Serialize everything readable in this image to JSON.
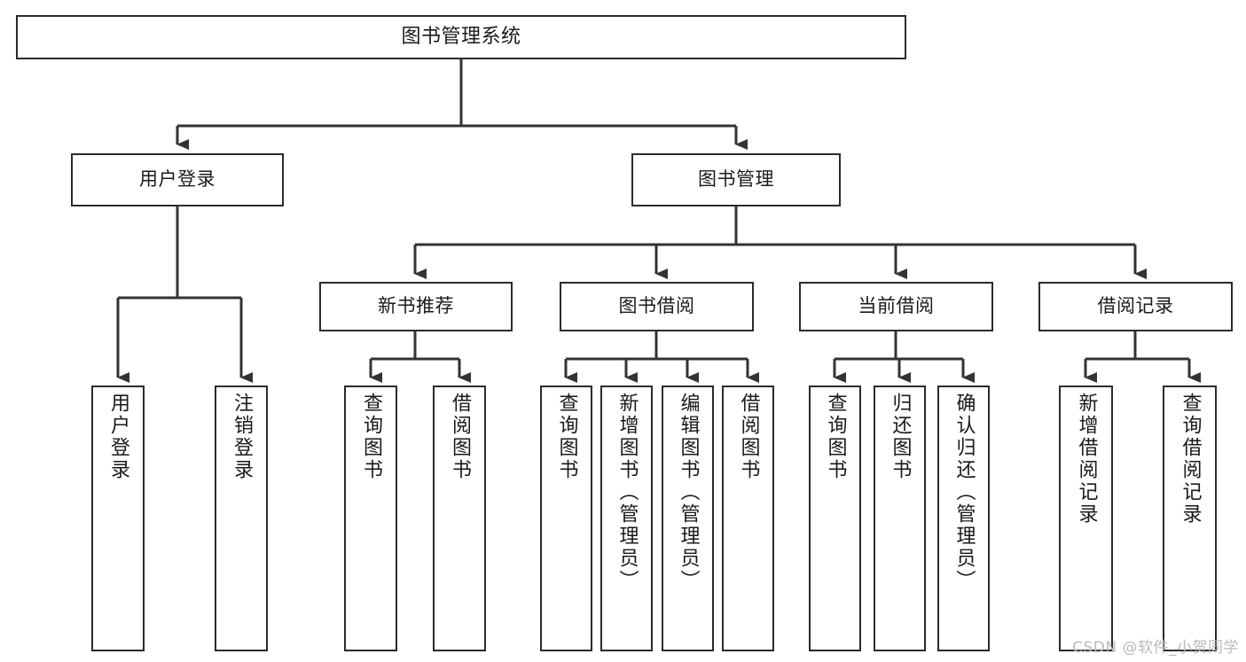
{
  "diagram": {
    "title": "图书管理系统",
    "type": "tree",
    "orientation": "top-down",
    "colors": {
      "background": "#ffffff",
      "node_border": "#2b2b2b",
      "node_fill": "#ffffff",
      "edge": "#333333",
      "text": "#1a1a1a",
      "watermark": "#b9b9b9"
    }
  },
  "nodes": {
    "root": {
      "label": "图书管理系统"
    },
    "level2": [
      {
        "id": "user-login",
        "label": "用户登录"
      },
      {
        "id": "book-manage",
        "label": "图书管理"
      }
    ],
    "level3": [
      {
        "id": "new-book-recommend",
        "label": "新书推荐"
      },
      {
        "id": "book-borrow",
        "label": "图书借阅"
      },
      {
        "id": "current-borrow",
        "label": "当前借阅"
      },
      {
        "id": "borrow-record",
        "label": "借阅记录"
      }
    ],
    "leaves": {
      "user_login": [
        {
          "id": "leaf-user-login",
          "label": "用户登录"
        },
        {
          "id": "leaf-user-logout",
          "label": "注销登录"
        }
      ],
      "new_book_recommend": [
        {
          "id": "leaf-query-book-1",
          "label": "查询图书"
        },
        {
          "id": "leaf-borrow-book-1",
          "label": "借阅图书"
        }
      ],
      "book_borrow": [
        {
          "id": "leaf-query-book-2",
          "label": "查询图书"
        },
        {
          "id": "leaf-add-book",
          "label": "新增图书（管理员）"
        },
        {
          "id": "leaf-edit-book",
          "label": "编辑图书（管理员）"
        },
        {
          "id": "leaf-borrow-book-2",
          "label": "借阅图书"
        }
      ],
      "current_borrow": [
        {
          "id": "leaf-query-book-3",
          "label": "查询图书"
        },
        {
          "id": "leaf-return-book",
          "label": "归还图书"
        },
        {
          "id": "leaf-confirm-return",
          "label": "确认归还（管理员）"
        }
      ],
      "borrow_record": [
        {
          "id": "leaf-add-record",
          "label": "新增借阅记录"
        },
        {
          "id": "leaf-query-record",
          "label": "查询借阅记录"
        }
      ]
    }
  },
  "watermark": {
    "text": "CSDN @软件_小贺同学"
  }
}
